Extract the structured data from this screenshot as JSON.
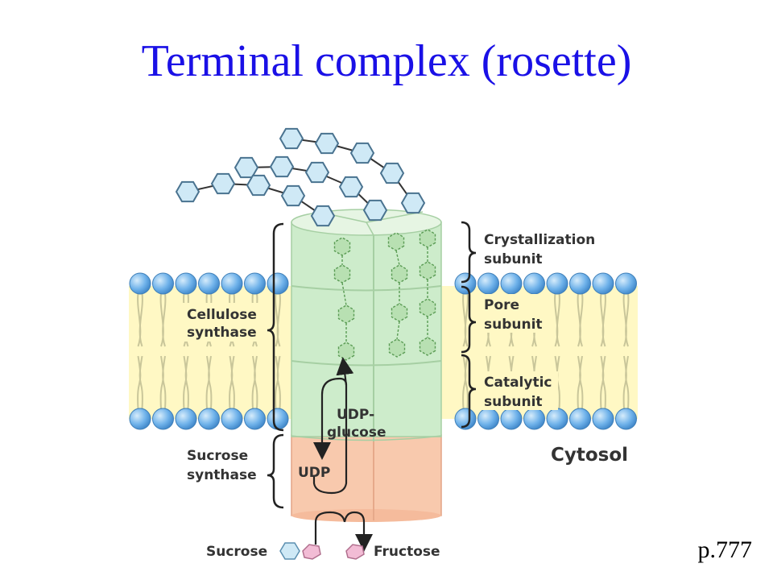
{
  "title": "Terminal complex (rosette)",
  "page_ref": "p.777",
  "labels": {
    "cellulose_synthase": [
      "Cellulose",
      "synthase"
    ],
    "sucrose_synthase": [
      "Sucrose",
      "synthase"
    ],
    "crystallization_subunit": [
      "Crystallization",
      "subunit"
    ],
    "pore_subunit": [
      "Pore",
      "subunit"
    ],
    "catalytic_subunit": [
      "Catalytic",
      "subunit"
    ],
    "cytosol": "Cytosol",
    "udp_glucose": [
      "UDP-",
      "glucose"
    ],
    "udp": "UDP",
    "sucrose": "Sucrose",
    "fructose": "Fructose"
  },
  "colors": {
    "title": "#1a10e6",
    "membrane_band": "#fff8c4",
    "lipid_head": "#6fb2ea",
    "synthase_green": "#cdeccb",
    "sucrose_synthase_salmon": "#f8c9ad",
    "glucose_unit": "#cfe9f6",
    "fructose_unit": "#f2bcd5",
    "label_text": "#333333"
  }
}
